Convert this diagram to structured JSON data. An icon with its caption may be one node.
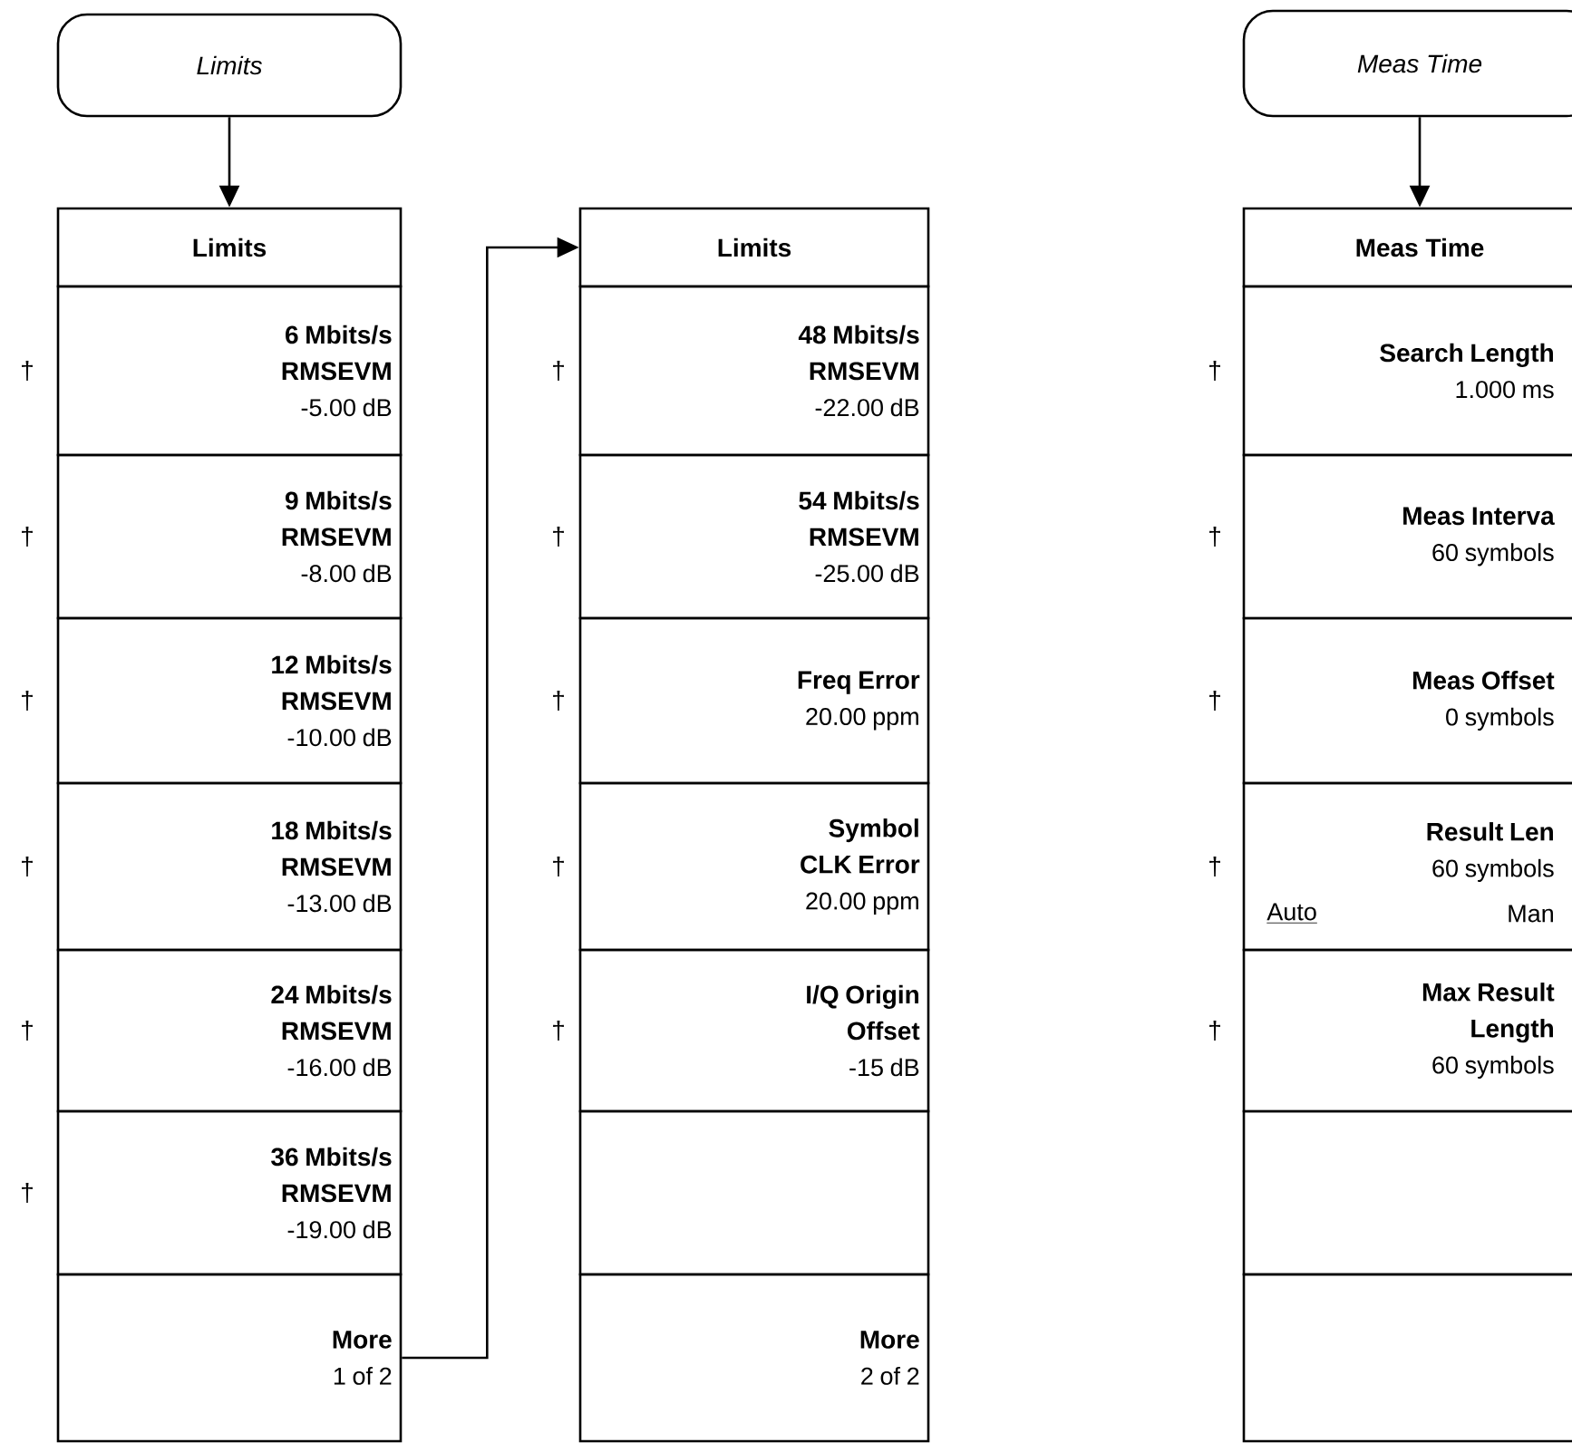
{
  "diagram": {
    "nodes": [
      {
        "text": [
          "Limits"
        ]
      },
      {
        "text": [
          "Limits"
        ]
      },
      {
        "text": [
          "6 Mbits/s RMSEVM",
          "-5.00 dB"
        ],
        "beside": [
          "†"
        ]
      },
      {
        "text": [
          "9 Mbits/s RMSEVM",
          "-8.00 dB"
        ],
        "beside": [
          "†"
        ]
      },
      {
        "text": [
          "12 Mbits/s RMSEVM",
          "-10.00 dB"
        ],
        "beside": [
          "†"
        ]
      },
      {
        "text": [
          "18 Mbits/s RMSEVM",
          "-13.00 dB"
        ],
        "beside": [
          "†"
        ]
      },
      {
        "text": [
          "24 Mbits/s RMSEVM",
          "-16.00 dB"
        ],
        "beside": [
          "†"
        ]
      },
      {
        "text": [
          "36 Mbits/s RMSEVM",
          "-19.00 dB"
        ],
        "beside": [
          "†"
        ]
      },
      {
        "text": [
          "More",
          "1 of 2"
        ]
      },
      {
        "text": [
          "Limits"
        ]
      },
      {
        "text": [
          "48 Mbits/s RMSEVM",
          "-22.00 dB"
        ],
        "beside": [
          "†"
        ]
      },
      {
        "text": [
          "54 Mbits/s RMSEVM",
          "-25.00 dB"
        ],
        "beside": [
          "†"
        ]
      },
      {
        "text": [
          "Freq Error",
          "20.00 ppm"
        ],
        "beside": [
          "†"
        ]
      },
      {
        "text": [
          "Symbol CLK Error",
          "20.00 ppm"
        ],
        "beside": [
          "†"
        ]
      },
      {
        "text": [
          "I/Q Origin Offset",
          "-15 dB"
        ],
        "beside": [
          "†"
        ]
      },
      {
        "text": [],
        "shape": "box"
      },
      {
        "text": [
          "More",
          "2 of 2"
        ]
      },
      {
        "text": [
          "Meas Time"
        ]
      },
      {
        "text": [
          "Meas Time"
        ]
      },
      {
        "text": [
          "Search Length",
          "1.000 ms"
        ],
        "beside": [
          "†"
        ]
      },
      {
        "text": [
          "Meas Interva",
          "60 symbols"
        ],
        "beside": [
          "†"
        ]
      },
      {
        "text": [
          "Meas Offset",
          "0 symbols"
        ],
        "beside": [
          "†"
        ]
      },
      {
        "text": [
          "Result Len",
          "60 symbols",
          "Auto",
          "Man"
        ],
        "beside": [
          "†"
        ]
      },
      {
        "text": [
          "Max Result Length",
          "60 symbols"
        ],
        "beside": [
          "†"
        ]
      },
      {
        "text": [],
        "shape": "box"
      },
      {
        "text": [],
        "shape": "box"
      }
    ],
    "edges": [
      {
        "from": 0,
        "to": 1,
        "arrow": "to"
      },
      {
        "from": 8,
        "to": 9,
        "arrow": "to"
      },
      {
        "from": 17,
        "to": 18,
        "arrow": "to"
      }
    ]
  }
}
